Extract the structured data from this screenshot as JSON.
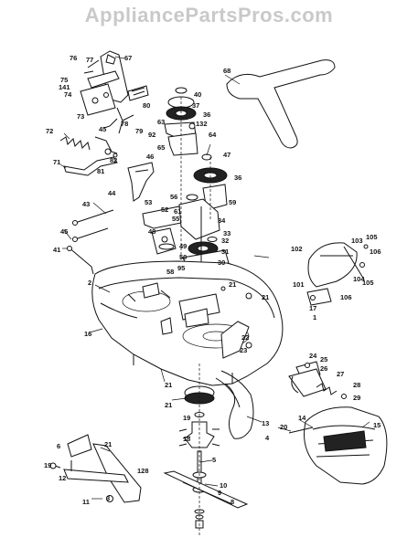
{
  "watermark": "AppliancePartsPros.com",
  "callouts": [
    "67",
    "76",
    "77",
    "75",
    "141",
    "74",
    "73",
    "68",
    "40",
    "37",
    "36",
    "63",
    "132",
    "64",
    "80",
    "79",
    "92",
    "65",
    "78",
    "72",
    "45",
    "82",
    "81",
    "71",
    "46",
    "44",
    "47",
    "36",
    "56",
    "59",
    "53",
    "52",
    "48",
    "49",
    "55",
    "61",
    "34",
    "33",
    "50",
    "32",
    "31",
    "58",
    "95",
    "30",
    "43",
    "45",
    "41",
    "102",
    "103",
    "105",
    "106",
    "104",
    "101",
    "105",
    "106",
    "17",
    "1",
    "2",
    "16",
    "21",
    "21",
    "21",
    "21",
    "22",
    "23",
    "24",
    "25",
    "26",
    "27",
    "28",
    "29",
    "15",
    "14",
    "20",
    "19",
    "18",
    "13",
    "3",
    "4",
    "5",
    "6",
    "21",
    "19",
    "12",
    "128",
    "11",
    "10",
    "9",
    "8"
  ],
  "colors": {
    "ink": "#111111",
    "watermark": "#c9c9c9",
    "background": "#ffffff"
  }
}
